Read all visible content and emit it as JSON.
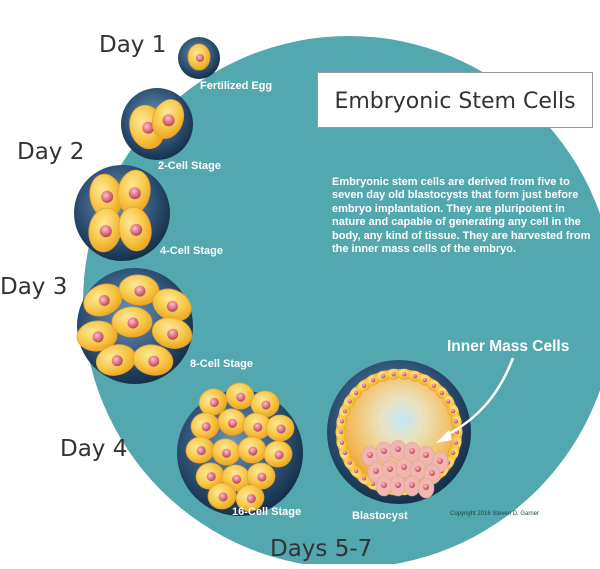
{
  "title": "Embryonic Stem Cells",
  "description": "Embryonic stem cells are derived from five to seven day old blastocysts that form just before embryo implantation. They are pluripotent in nature and capable of generating any cell in the body, any kind of tissue.  They are harvested from the inner mass cells of the embryo.",
  "days": {
    "day1": "Day 1",
    "day2": "Day 2",
    "day3": "Day 3",
    "day4": "Day 4",
    "days57": "Days 5-7"
  },
  "stages": {
    "fertilized_egg": "Fertilized Egg",
    "two_cell": "2-Cell Stage",
    "four_cell": "4-Cell Stage",
    "eight_cell": "8-Cell Stage",
    "sixteen_cell": "16-Cell Stage",
    "blastocyst": "Blastocyst"
  },
  "inner_mass_label": "Inner Mass Cells",
  "copyright": "Copyright 2016 Steven D. Garner",
  "colors": {
    "teal_circle": "#53a7ae",
    "dark_sphere": "#1e3f60",
    "cell_yellow": "#f6c544",
    "nucleus": "#d9687a"
  }
}
